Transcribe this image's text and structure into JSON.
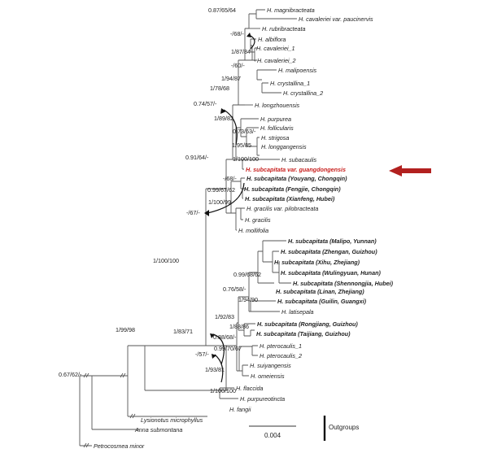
{
  "tips": {
    "magnibracteata": "H. magnibracteata",
    "cav_pauci": "H. cavaleriei var. paucinervis",
    "rubribracteata": "H. rubribracteata",
    "albiflora": "H. albiflora",
    "cavaleriei_1": "H. cavaleriei_1",
    "cavaleriei_2": "H. cavaleriei_2",
    "malipoensis": "H. malipoensis",
    "crystallina_1": "H. crystallina_1",
    "crystallina_2": "H. crystallina_2",
    "longzhouensis": "H. longzhouensis",
    "purpurea": "H. purpurea",
    "follicularis": "H. follicularis",
    "strigosa": "H. strigosa",
    "longgangensis": "H. longgangensis",
    "subacaulis": "H. subacaulis",
    "guangdongensis": "H. subcapitata var. guangdongensis",
    "youyang": "H. subcapitata (Youyang, Chongqin)",
    "fengjie": "H. subcapitata (Fengjie, Chongqin)",
    "xianfeng": "H. subcapitata (Xianfeng, Hubei)",
    "gracilis_pilo": "H. gracilis var. pilobracteata",
    "gracilis": "H. gracilis",
    "mollifolia": "H. mollifolia",
    "malipo": "H. subcapitata (Malipo, Yunnan)",
    "zhengan": "H. subcapitata (Zhengan, Guizhou)",
    "xihu": "H. subcapitata (Xihu, Zhejiang)",
    "wulingyuan": "H. subcapitata (Wulingyuan, Hunan)",
    "shennongjia": "H. subcapitata (Shennongjia, Hubei)",
    "linan": "H. subcapitata (Linan, Zhejiang)",
    "guilin": "H. subcapitata (Guilin, Guangxi)",
    "latisepala": "H. latisepala",
    "rongjiang": "H. subcapitata (Rongjiang, Guizhou)",
    "taijiang": "H. subcapitata (Taijiang, Guizhou)",
    "pterocaulis_1": "H. pterocaulis_1",
    "pterocaulis_2": "H. pterocaulis_2",
    "suiyangensis": "H. suiyangensis",
    "omeiensis": "H. omeiensis",
    "flaccida": "H. flaccida",
    "purpureotincta": "H. purpureotincta",
    "fangii": "H. fangii",
    "lysionotus": "Lysionotus microphyllus",
    "anna": "Anna submontana",
    "petrocosmea": "Petrocosmea minor"
  },
  "support": {
    "n_magni": "0.87/65/64",
    "n_68": "-/68/-",
    "n_cav": "1/87/84",
    "n_60": "-/60/-",
    "n_cry": "1/94/87",
    "n_178": "1/78/68",
    "n_074": "0.74/57/-",
    "n_189": "1/89/82",
    "n_073": "0.73/63/-",
    "n_195": "1/95/85",
    "n_sub": "1/100/100",
    "n_091": "0.91/64/-",
    "n_yy": "-/68/-",
    "n_099": "0.99/67/62",
    "n_11009": "1/100/99",
    "n_67": "-/67/-",
    "n_root_in": "1/100/100",
    "n_0996": "0.99/68/62",
    "n_076": "0.76/58/-",
    "n_194": "1/94/90",
    "n_192": "1/92/83",
    "n_188": "1/88/86",
    "n_183": "1/83/71",
    "n_088": "0.88/68/-",
    "n_09970": "0.99/70/67",
    "n_57": "-/57/-",
    "n_193": "1/93/81",
    "n_1100b": "1/100/100",
    "n_199": "1/99/98",
    "n_067": "0.67/62/-"
  },
  "scale": {
    "label": "0.004"
  },
  "outgroups": {
    "label": "Outgroups"
  },
  "colors": {
    "highlight": "#c8201e",
    "arrow": "#b2201f"
  }
}
